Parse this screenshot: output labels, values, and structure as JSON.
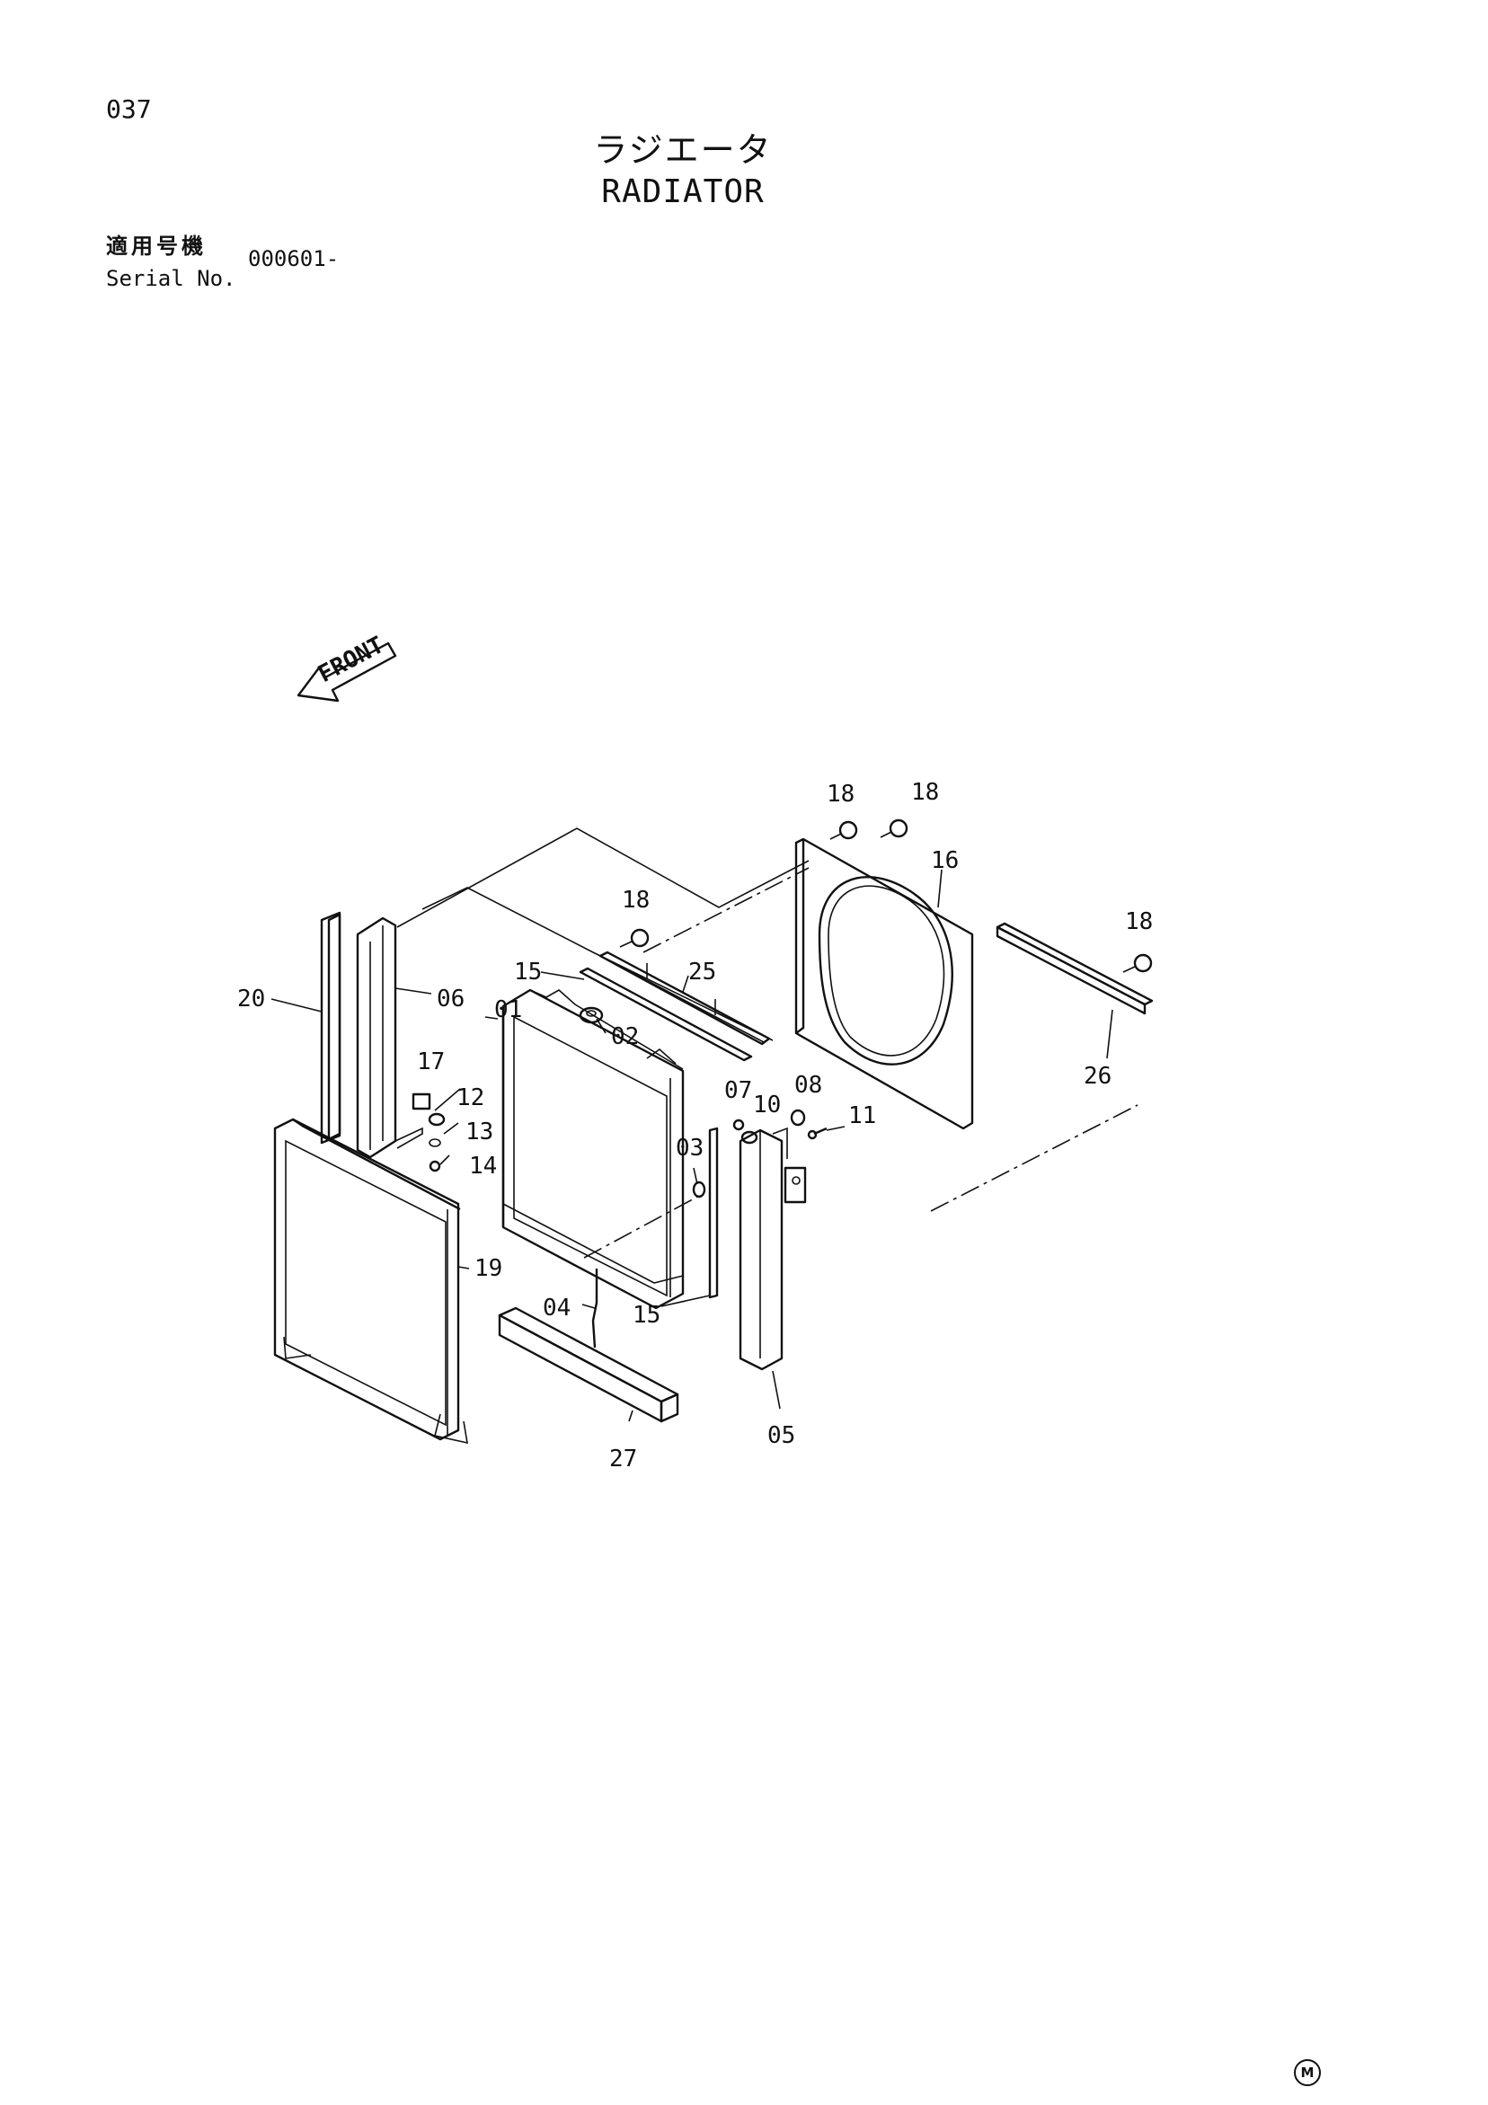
{
  "header": {
    "page_number": "037",
    "title_jp": "ラジエータ",
    "title_en": "RADIATOR"
  },
  "serial": {
    "label_jp": "適用号機",
    "label_en": "Serial No.",
    "value": "000601-"
  },
  "diagram": {
    "front_label": "FRONT",
    "callouts": {
      "c01": "01",
      "c02": "02",
      "c03": "03",
      "c04": "04",
      "c05": "05",
      "c06": "06",
      "c07": "07",
      "c08": "08",
      "c10": "10",
      "c11": "11",
      "c12": "12",
      "c13": "13",
      "c14": "14",
      "c15a": "15",
      "c15b": "15",
      "c16": "16",
      "c17": "17",
      "c18a": "18",
      "c18b": "18",
      "c18c": "18",
      "c18d": "18",
      "c19": "19",
      "c20": "20",
      "c25": "25",
      "c26": "26",
      "c27": "27"
    }
  },
  "footer": {
    "mark": "M"
  }
}
